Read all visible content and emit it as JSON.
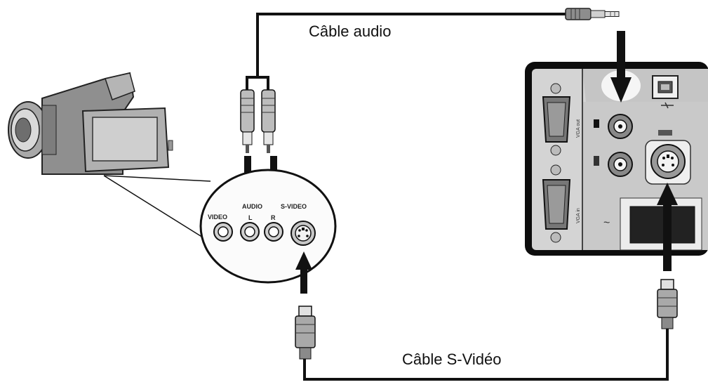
{
  "labels": {
    "audio_cable": "Câble audio",
    "svideo_cable": "Câble S-Vidéo"
  },
  "camcorder_panel": {
    "audio": "AUDIO",
    "svideo": "S-VIDEO",
    "video": "VIDEO",
    "left": "L",
    "right": "R"
  },
  "projector_panel": {
    "vga_out": "VGA out",
    "vga_in": "VGA in",
    "ac_symbol": "~"
  },
  "colors": {
    "line": "#111111",
    "device_gray": "#9a9a9a",
    "panel_gray": "#d4d4d4"
  }
}
